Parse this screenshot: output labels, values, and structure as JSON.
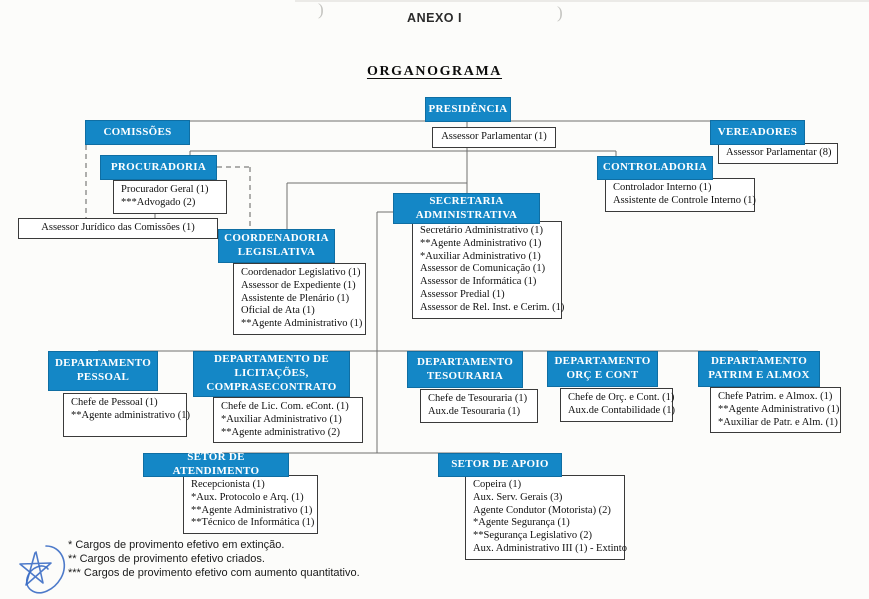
{
  "page": {
    "anexo_label": "ANEXO I",
    "title": "ORGANOGRAMA",
    "scan_artifact_left": ")",
    "scan_artifact_right": ")"
  },
  "org": {
    "presidencia": {
      "title": "PRESIDÊNCIA",
      "staff": [
        "Assessor Parlamentar (1)"
      ]
    },
    "comissoes": {
      "title": "COMISSÕES"
    },
    "vereadores": {
      "title": "VEREADORES",
      "staff": [
        "Assessor Parlamentar (8)"
      ]
    },
    "procuradoria": {
      "title": "PROCURADORIA",
      "staff": [
        "Procurador Geral (1)",
        "***Advogado (2)"
      ]
    },
    "assessor_juridico": {
      "label": "Assessor Jurídico das Comissões (1)"
    },
    "controladoria": {
      "title": "CONTROLADORIA",
      "staff": [
        "Controlador Interno (1)",
        "Assistente de Controle Interno (1)"
      ]
    },
    "secretaria": {
      "title": "SECRETARIA\nADMINISTRATIVA",
      "staff": [
        "Secretário Administrativo (1)",
        "**Agente Administrativo (1)",
        "*Auxiliar Administrativo (1)",
        "Assessor de Comunicação (1)",
        "Assessor de Informática (1)",
        "Assessor Predial (1)",
        "Assessor de Rel. Inst. e Cerim. (1)"
      ]
    },
    "coordenadoria": {
      "title": "COORDENADORIA\nLEGISLATIVA",
      "staff": [
        "Coordenador Legislativo (1)",
        "Assessor de Expediente (1)",
        "Assistente de Plenário (1)",
        "Oficial de Ata (1)",
        "**Agente Administrativo (1)"
      ]
    },
    "dep_pessoal": {
      "title": "DEPARTAMENTO\nPESSOAL",
      "staff": [
        "Chefe de Pessoal (1)",
        "**Agente administrativo (1)"
      ]
    },
    "dep_licitacoes": {
      "title": "DEPARTAMENTO DE\nLICITAÇÕES,\nCOMPRASECONTRATO",
      "staff": [
        "Chefe de Lic. Com. eCont. (1)",
        "*Auxiliar Administrativo (1)",
        "**Agente administrativo (2)"
      ]
    },
    "dep_tesouraria": {
      "title": "DEPARTAMENTO\nTESOURARIA",
      "staff": [
        "Chefe de Tesouraria (1)",
        "Aux.de Tesouraria (1)"
      ]
    },
    "dep_orc": {
      "title": "DEPARTAMENTO\nORÇ E CONT",
      "staff": [
        "Chefe de Orç. e Cont. (1)",
        "Aux.de Contabilidade (1)"
      ]
    },
    "dep_patrim": {
      "title": "DEPARTAMENTO\nPATRIM E ALMOX",
      "staff": [
        "Chefe Patrim. e Almox. (1)",
        "**Agente Administrativo (1)",
        "*Auxiliar de Patr. e Alm. (1)"
      ]
    },
    "setor_atendimento": {
      "title": "SETOR DE ATENDIMENTO",
      "staff": [
        "Recepcionista (1)",
        "*Aux. Protocolo e Arq. (1)",
        "**Agente Administrativo (1)",
        "**Técnico de Informática (1)"
      ]
    },
    "setor_apoio": {
      "title": "SETOR DE APOIO",
      "staff": [
        "Copeira (1)",
        "Aux. Serv. Gerais (3)",
        "Agente Condutor (Motorista) (2)",
        "*Agente Segurança (1)",
        "**Segurança Legislativo (2)",
        "Aux. Administrativo III (1) - Extinto"
      ]
    }
  },
  "footnotes": [
    "* Cargos de provimento efetivo em extinção.",
    "** Cargos de provimento efetivo criados.",
    "*** Cargos de provimento efetivo com aumento quantitativo."
  ],
  "colors": {
    "header_bg": "#1487c6",
    "header_text": "#ffffff",
    "connector": "#6f6f6f",
    "signature_ink": "#3a6bc4"
  }
}
